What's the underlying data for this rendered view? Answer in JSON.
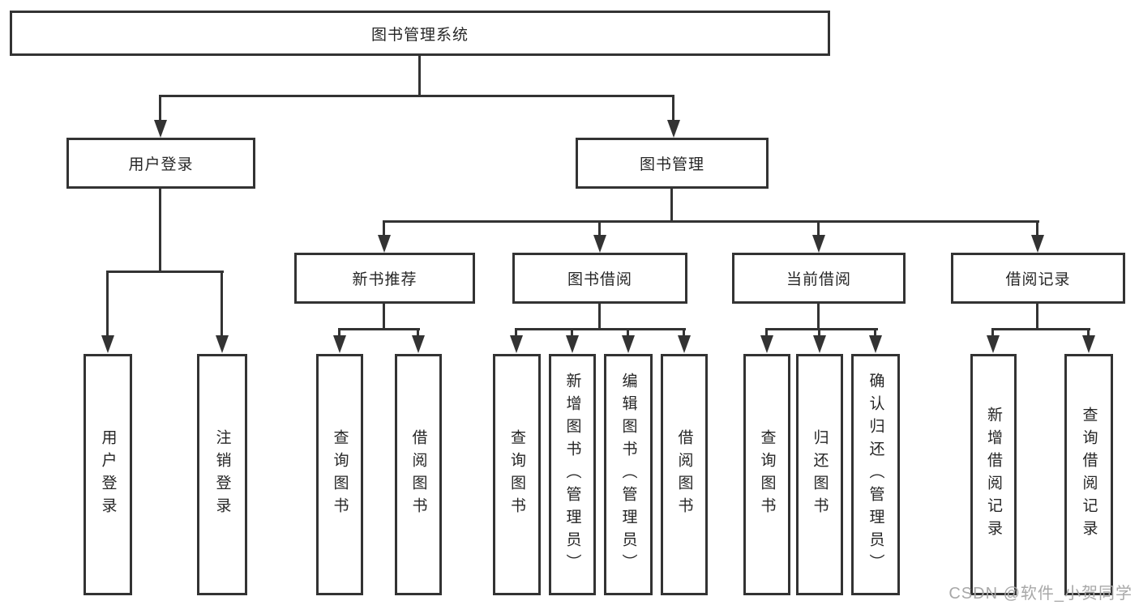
{
  "diagram": {
    "root": {
      "label": "图书管理系统"
    },
    "level2": [
      {
        "label": "用户登录"
      },
      {
        "label": "图书管理"
      }
    ],
    "level3": [
      {
        "label": "新书推荐"
      },
      {
        "label": "图书借阅"
      },
      {
        "label": "当前借阅"
      },
      {
        "label": "借阅记录"
      }
    ],
    "leaves": {
      "user_login": [
        "用户登录",
        "注销登录"
      ],
      "new_book_recommend": [
        "查询图书",
        "借阅图书"
      ],
      "book_borrow": [
        "查询图书",
        "新增图书（管理员）",
        "编辑图书（管理员）",
        "借阅图书"
      ],
      "current_borrow": [
        "查询图书",
        "归还图书",
        "确认归还（管理员）"
      ],
      "borrow_records": [
        "新增借阅记录",
        "查询借阅记录"
      ]
    }
  },
  "watermark": {
    "text": "CSDN @软件_小贺同学"
  },
  "colors": {
    "line": "#333333",
    "border": "#333333",
    "text": "#262626",
    "background": "#ffffff",
    "watermark": "#a8a8a8"
  }
}
